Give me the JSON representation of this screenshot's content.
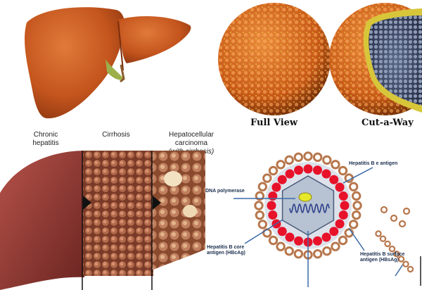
{
  "liver_stages": {
    "stage1": "Chronic hepatitis",
    "stage2": "Cirrhosis",
    "stage3": "Hepatocellular carcinoma",
    "stage3_note": "(with cirrhosis)"
  },
  "virus_views": {
    "full": "Full View",
    "cut": "Cut-a-Way"
  },
  "hbv_diagram": {
    "e_antigen": "Hepatitis B e antigen",
    "dna_polymerase": "DNA polymerase",
    "core_antigen": "Hepatitis B core antigen (HBcAg)",
    "surface_antigen": "Hepatitis B surface antigen (HBsAg)"
  },
  "colors": {
    "liver": "#c4551d",
    "capsid_red": "#e8112a",
    "envelope": "#b7774c",
    "annotation_blue": "#3a6aa8"
  }
}
